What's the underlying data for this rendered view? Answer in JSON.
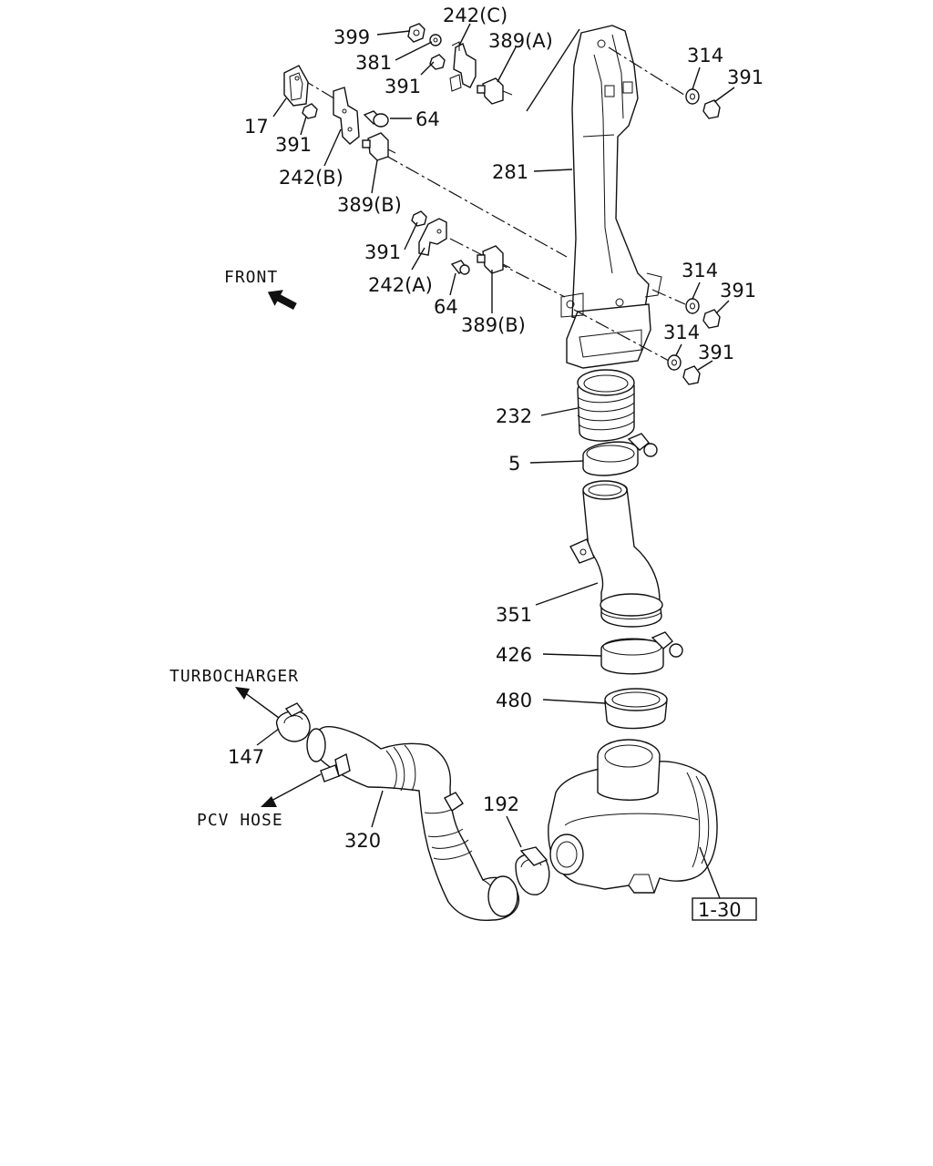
{
  "diagram": {
    "labels": {
      "p399": "399",
      "p242c": "242(C)",
      "p389a": "389(A)",
      "p381": "381",
      "p391a": "391",
      "p17": "17",
      "p391b": "391",
      "p64a": "64",
      "p242b": "242(B)",
      "p389b1": "389(B)",
      "p391c": "391",
      "p242a": "242(A)",
      "p64b": "64",
      "p389b2": "389(B)",
      "p281": "281",
      "p314a": "314",
      "p391d": "391",
      "p314b": "314",
      "p391e": "391",
      "p314c": "314",
      "p391f": "391",
      "p232": "232",
      "p5": "5",
      "p351": "351",
      "p426": "426",
      "p480": "480",
      "p147": "147",
      "p320": "320",
      "p192": "192",
      "ref130": "1-30"
    },
    "callouts": {
      "front": "FRONT",
      "turbocharger": "TURBOCHARGER",
      "pcv_hose": "PCV HOSE"
    }
  }
}
